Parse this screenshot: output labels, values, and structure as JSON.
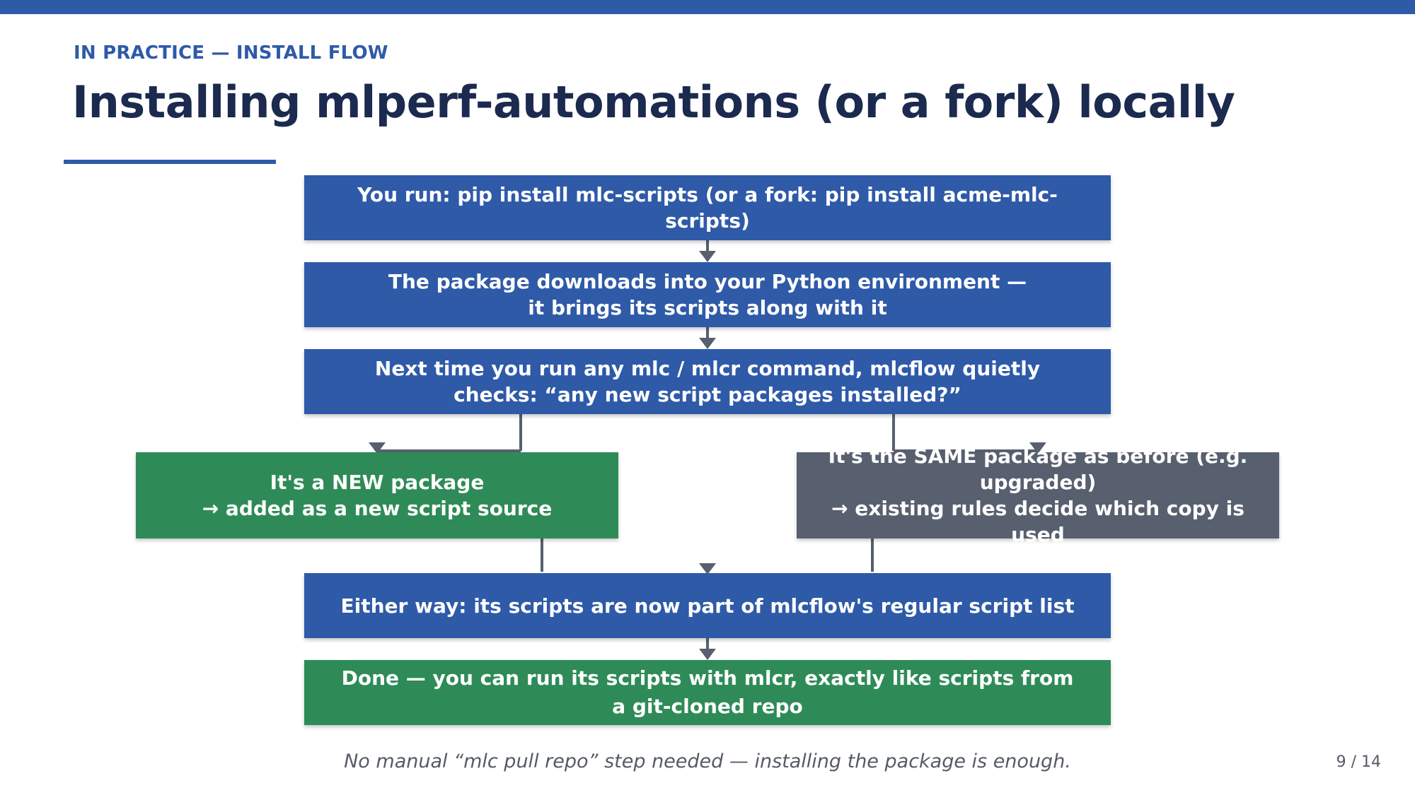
{
  "header": {
    "kicker": "IN PRACTICE — INSTALL FLOW",
    "title": "Installing mlperf-automations (or a fork) locally"
  },
  "flow": {
    "step1": "You run:  pip install mlc-scripts   (or a fork: pip install acme-mlc-scripts)",
    "step2": [
      "The package downloads into your Python environment —",
      "it brings its scripts along with it"
    ],
    "step3": [
      "Next time you run any mlc / mlcr command, mlcflow quietly",
      "checks: “any new script packages installed?”"
    ],
    "branch_new": [
      "It's a NEW package",
      "→ added as a new script source"
    ],
    "branch_same": [
      "It's the SAME package as before (e.g. upgraded)",
      "→ existing rules decide which copy is used"
    ],
    "step4": "Either way: its scripts are now part of mlcflow's regular script list",
    "step5": "Done — you can run its scripts with mlcr, exactly like scripts from a git-cloned repo"
  },
  "colors": {
    "primary": "#2e5aa8",
    "success": "#2e8b57",
    "neutral": "#58606f",
    "heading": "#1b2a4e"
  },
  "footer": {
    "caption": "No manual “mlc pull repo” step needed — installing the package is enough.",
    "page": "9 / 14"
  }
}
